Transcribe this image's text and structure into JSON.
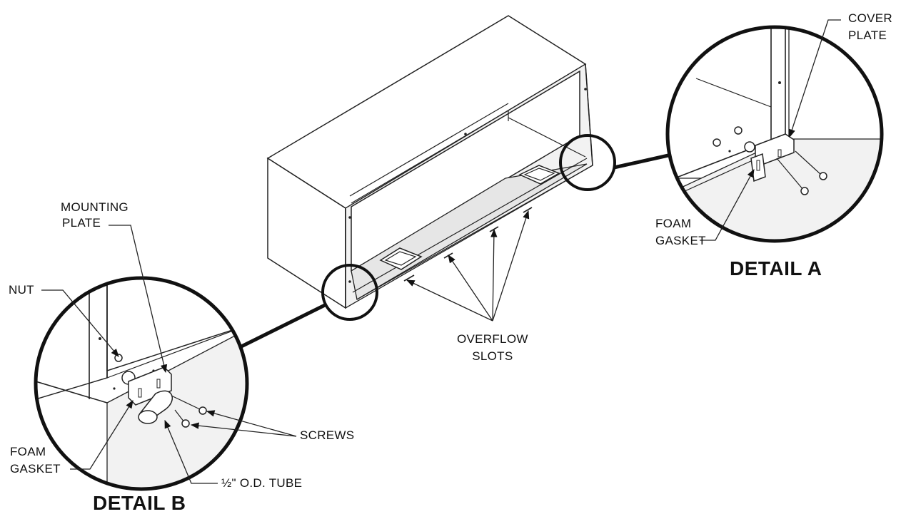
{
  "labels": {
    "cover_plate_line1": "COVER",
    "cover_plate_line2": "PLATE",
    "mounting_plate_line1": "MOUNTING",
    "mounting_plate_line2": "PLATE",
    "foam_gasket_a_line1": "FOAM",
    "foam_gasket_a_line2": "GASKET",
    "detail_a": "DETAIL A",
    "nut": "NUT",
    "overflow_line1": "OVERFLOW",
    "overflow_line2": "SLOTS",
    "screws": "SCREWS",
    "foam_gasket_b_line1": "FOAM",
    "foam_gasket_b_line2": "GASKET",
    "tube": "½\" O.D. TUBE",
    "detail_b": "DETAIL B"
  }
}
